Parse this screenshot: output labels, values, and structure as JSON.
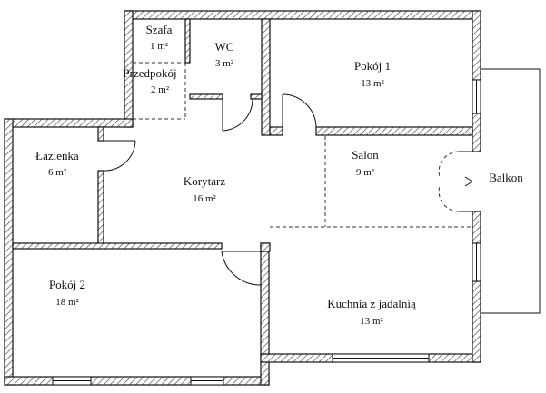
{
  "colors": {
    "wall_stroke": "#111111",
    "hatch": "#444444",
    "background": "#ffffff"
  },
  "rooms": [
    {
      "name": "Szafa",
      "area": "1 m²"
    },
    {
      "name": "WC",
      "area": "3 m²"
    },
    {
      "name": "Pokój 1",
      "area": "13 m²"
    },
    {
      "name": "Przedpokój",
      "area": "2 m²"
    },
    {
      "name": "Łazienka",
      "area": "6 m²"
    },
    {
      "name": "Korytarz",
      "area": "16 m²"
    },
    {
      "name": "Salon",
      "area": "9 m²"
    },
    {
      "name": "Pokój 2",
      "area": "18 m²"
    },
    {
      "name": "Kuchnia z jadalnią",
      "area": "13 m²"
    }
  ],
  "balcony": {
    "name": "Balkon"
  }
}
